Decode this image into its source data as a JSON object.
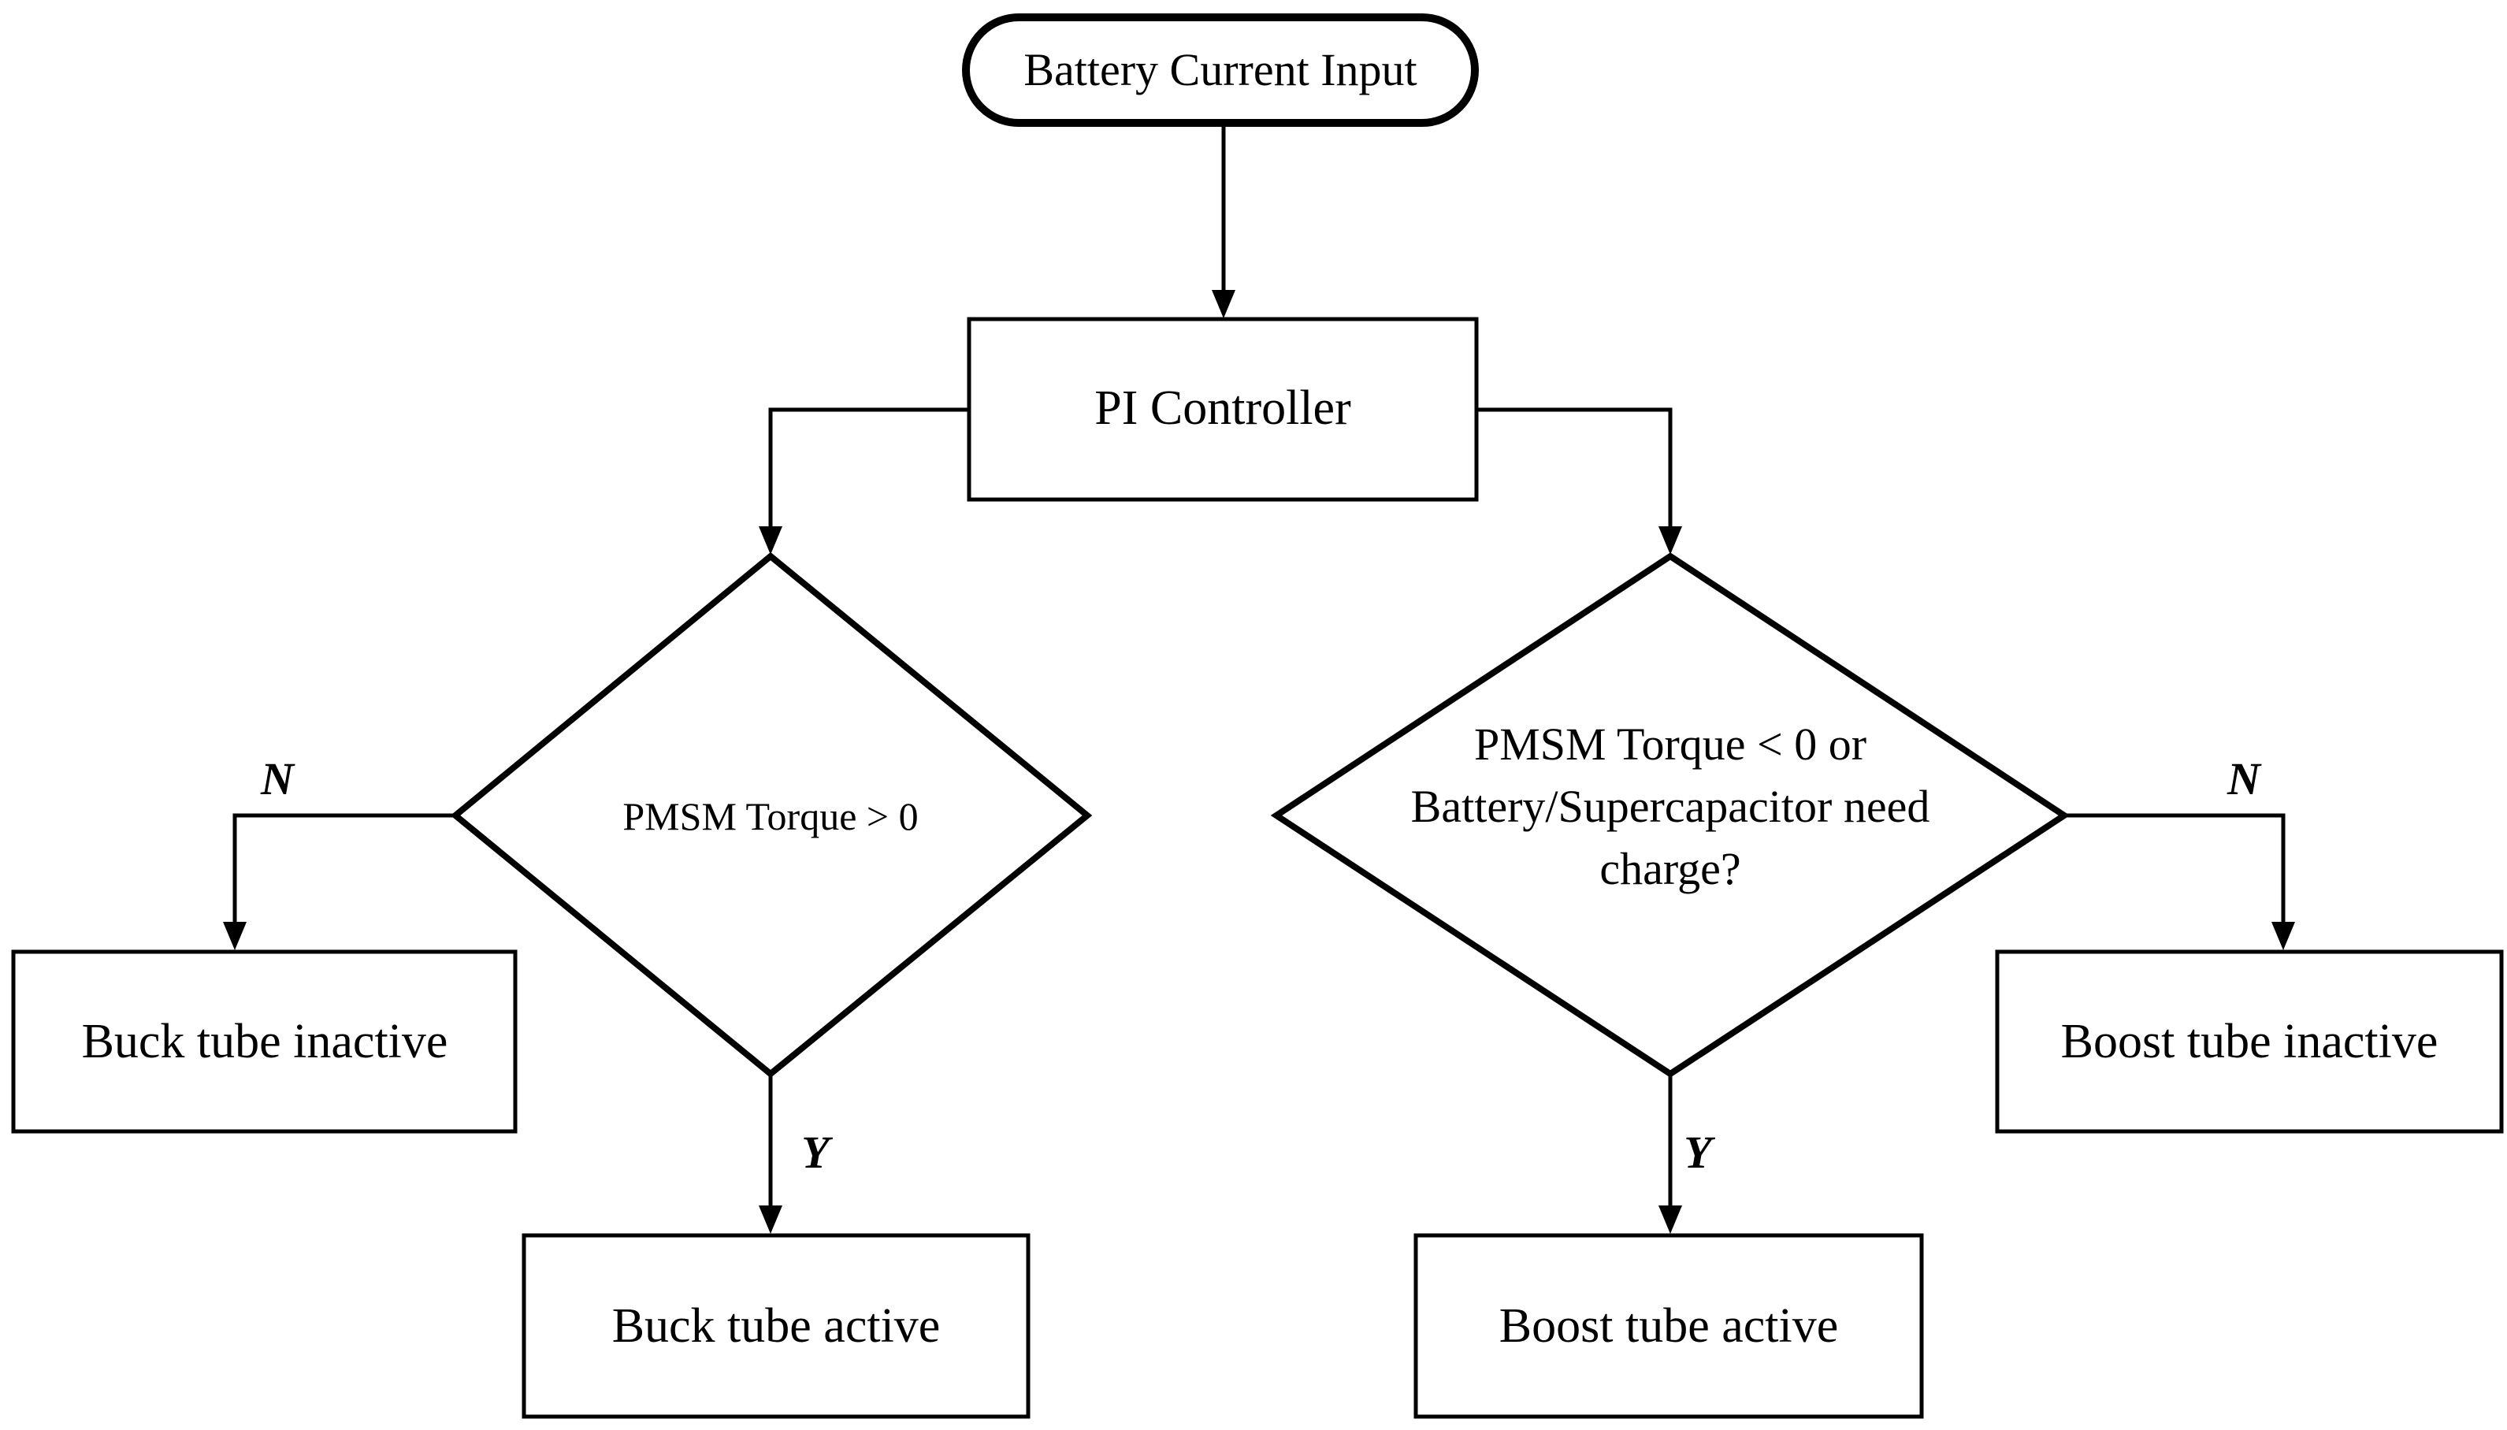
{
  "nodes": {
    "start": {
      "label": "Battery Current Input"
    },
    "controller": {
      "label": "PI Controller"
    },
    "decision_left": {
      "label": "PMSM Torque > 0"
    },
    "decision_right": {
      "line1": "PMSM Torque < 0 or",
      "line2": "Battery/Supercapacitor need",
      "line3": "charge?"
    },
    "buck_inactive": {
      "label": "Buck tube inactive"
    },
    "buck_active": {
      "label": "Buck tube active"
    },
    "boost_inactive": {
      "label": "Boost tube inactive"
    },
    "boost_active": {
      "label": "Boost tube active"
    }
  },
  "edge_labels": {
    "left_no": "N",
    "left_yes": "Y",
    "right_no": "N",
    "right_yes": "Y"
  }
}
